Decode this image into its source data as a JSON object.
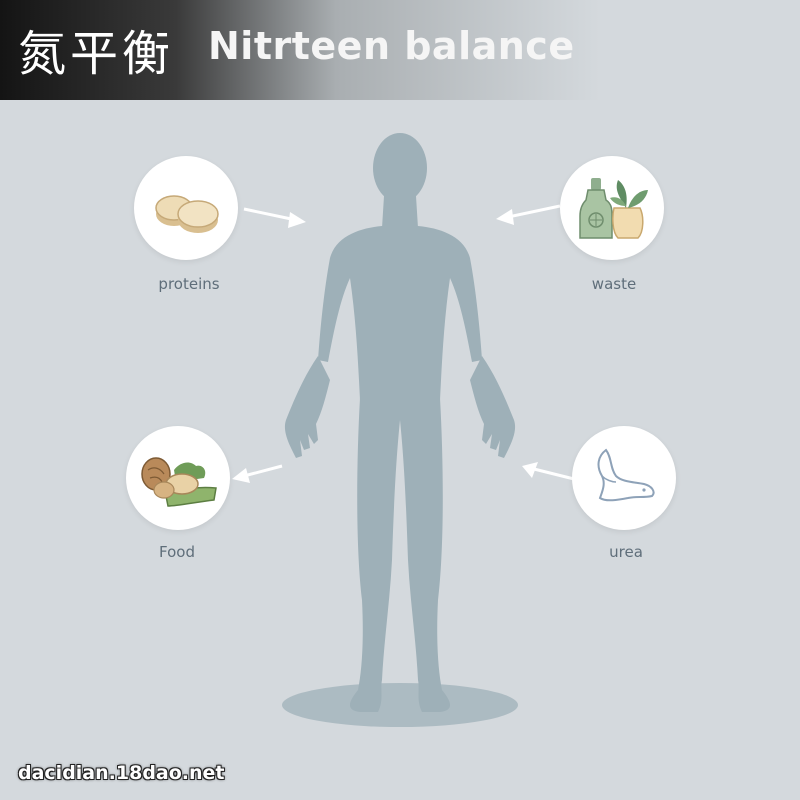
{
  "header": {
    "title_cn": "氮平衡",
    "title_en": "Nitrteen balance"
  },
  "nodes": [
    {
      "id": "proteins",
      "label": "proteins",
      "icon": "protein-discs-icon"
    },
    {
      "id": "waste",
      "label": "waste",
      "icon": "bottle-and-plant-icon"
    },
    {
      "id": "food",
      "label": "Food",
      "icon": "food-vegetables-icon"
    },
    {
      "id": "urea",
      "label": "urea",
      "icon": "kidney-outline-icon"
    }
  ],
  "figure": {
    "icon": "human-silhouette-icon"
  },
  "footer": {
    "watermark": "dacidian.18dao.net"
  },
  "colors": {
    "background": "#d4d9dd",
    "silhouette": "#9eb0b8",
    "label": "#5f6e7a",
    "arrow": "#ffffff"
  }
}
